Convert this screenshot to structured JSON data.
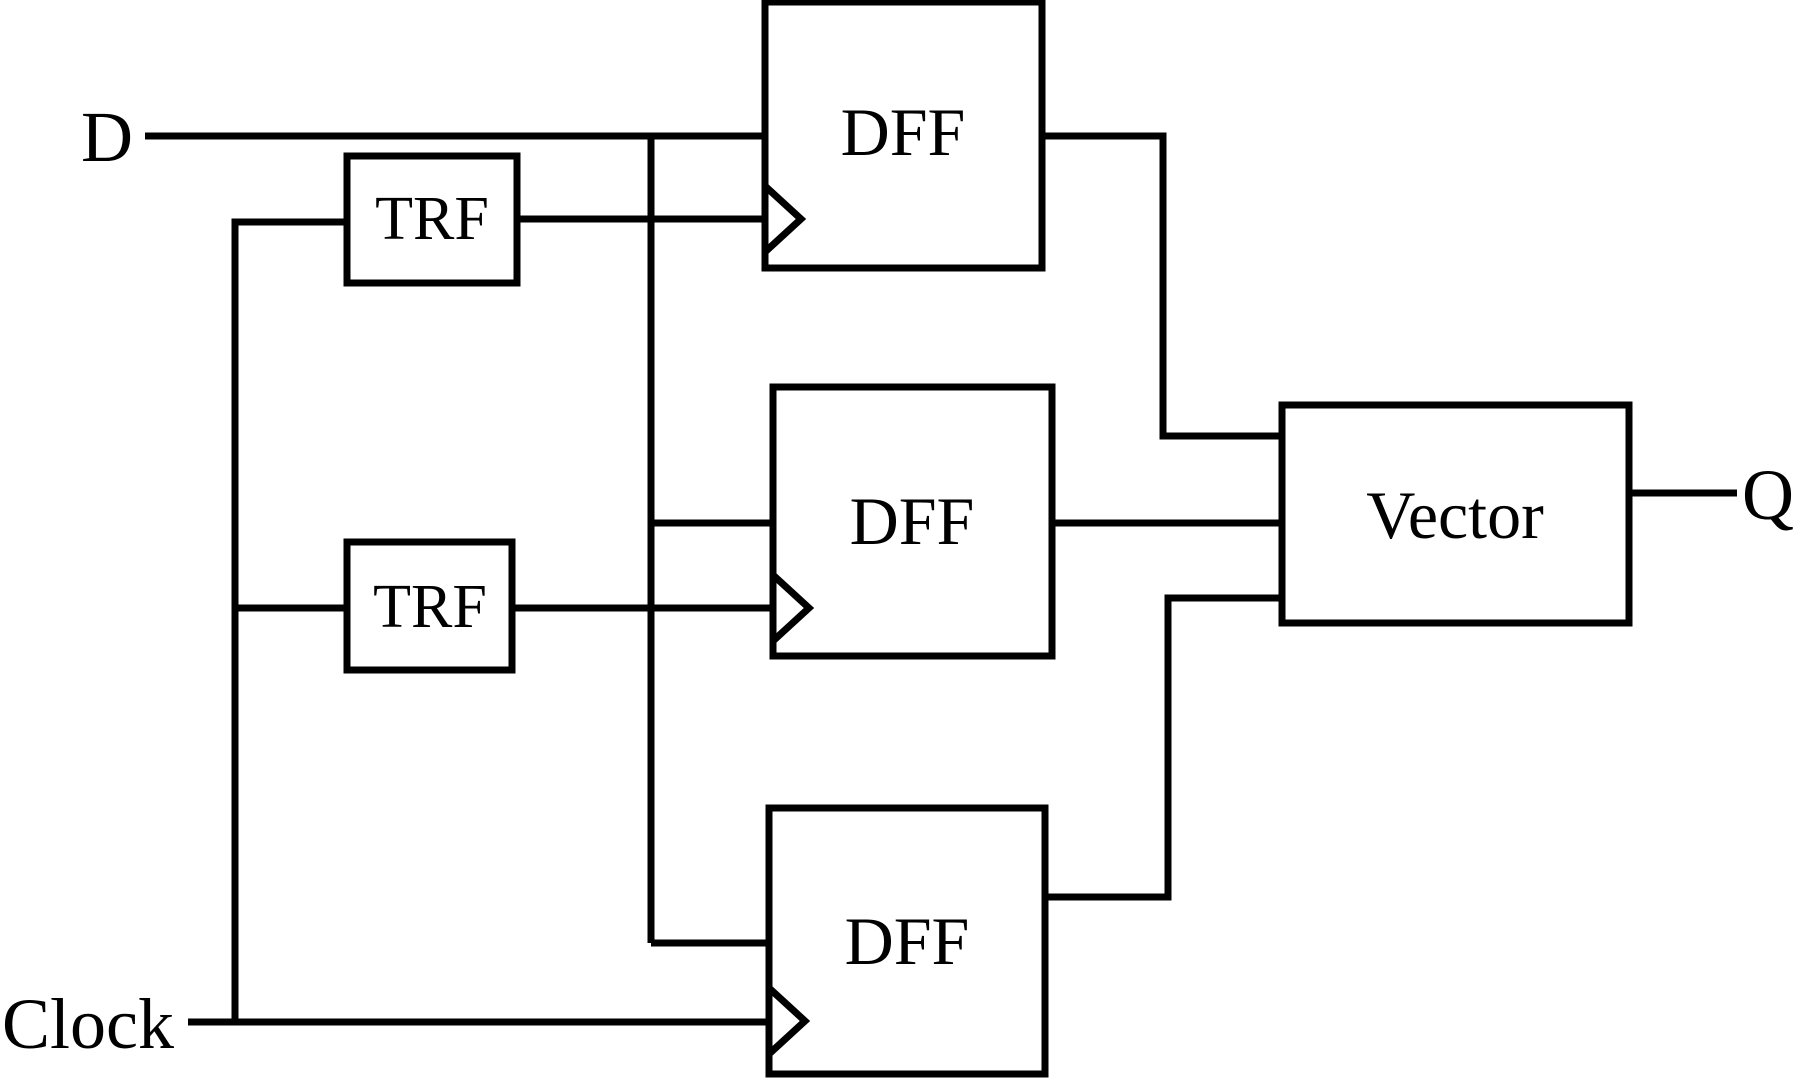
{
  "diagram": {
    "labels": {
      "d": "D",
      "clock": "Clock",
      "q": "Q"
    },
    "trf_blocks": [
      {
        "label": "TRF"
      },
      {
        "label": "TRF"
      }
    ],
    "dff_blocks": [
      {
        "label": "DFF"
      },
      {
        "label": "DFF"
      },
      {
        "label": "DFF"
      }
    ],
    "vector": {
      "label": "Vector"
    },
    "colors": {
      "line": "#000000",
      "text": "#000000",
      "background": "#ffffff"
    }
  }
}
